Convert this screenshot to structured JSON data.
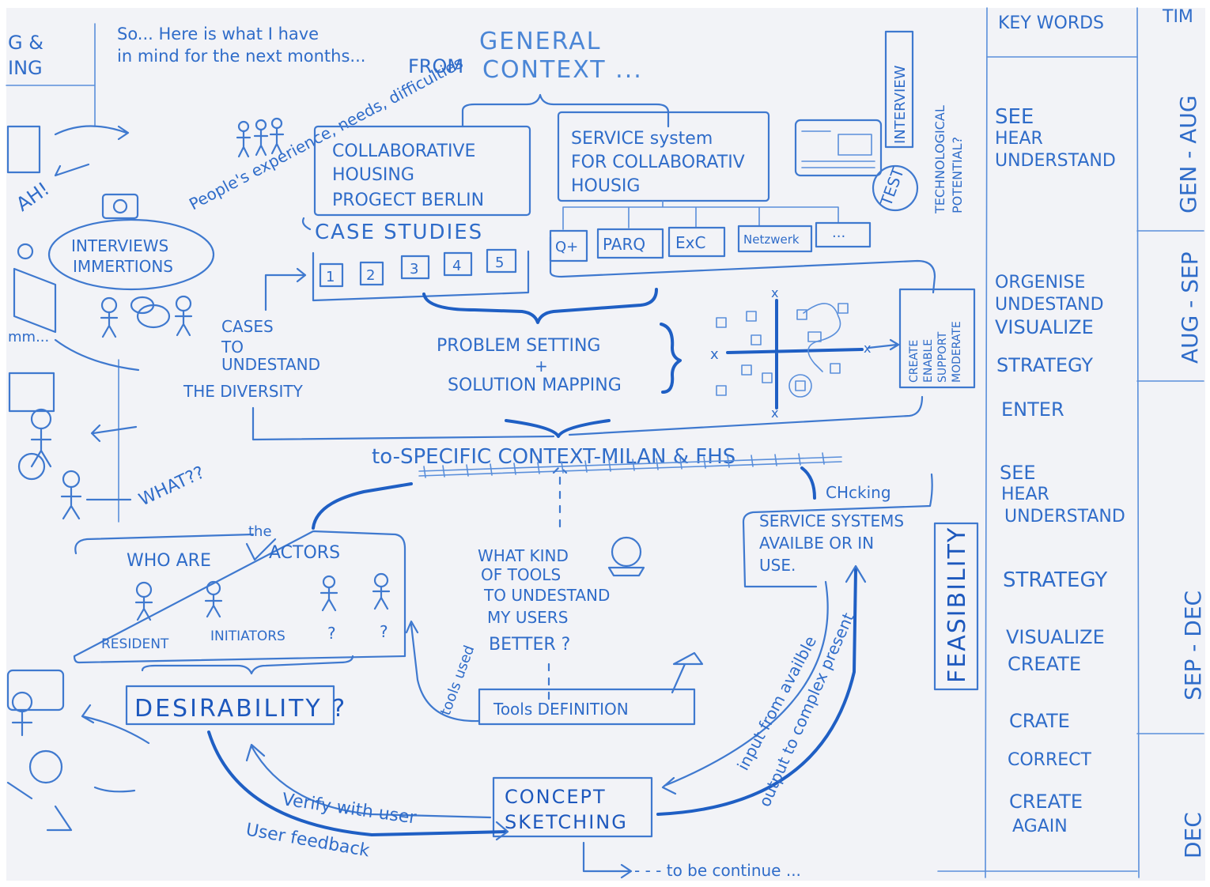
{
  "intro": {
    "line1": "So... Here is what I have",
    "line2": "in mind for the next months...",
    "from": "FROM",
    "general": "GENERAL",
    "context": "CONTEXT ..."
  },
  "left_margin": {
    "top_frag_1": "G &",
    "top_frag_2": "ING",
    "ah": "AH!",
    "mm": "mm...",
    "what": "WHAT??"
  },
  "people_note": "People's experience, needs, difficulties",
  "interviews": {
    "line1": "INTERVIEWS",
    "line2": "IMMERTIONS"
  },
  "collab_box": {
    "line1": "COLLABORATIVE",
    "line2": "HOUSING",
    "line3": "PROGECT BERLIN"
  },
  "service_box": {
    "line1": "SERVICE system",
    "line2": "FOR COLLABORATIV",
    "line3": "HOUSIG"
  },
  "interview_badge": "INTERVIEW",
  "test_badge": "TEST",
  "tech_note": {
    "line1": "TECHNOLOGICAL",
    "line2": "POTENTIAL?"
  },
  "case_studies": {
    "title": "CASE STUDIES",
    "numbers": [
      "1",
      "2",
      "3",
      "4",
      "5"
    ]
  },
  "service_cases": [
    "Q+",
    "PARQ",
    "ExC",
    "Netzwerk",
    "..."
  ],
  "cases_note": {
    "line1": "CASES",
    "line2": "TO",
    "line3": "UNDESTAND",
    "line4": "THE DIVERSITY"
  },
  "problem": {
    "line1": "PROBLEM SETTING",
    "plus": "+",
    "line2": "SOLUTION MAPPING"
  },
  "matrix": {
    "x_left": "x",
    "x_right": "x",
    "y_top": "x",
    "y_bottom": "x"
  },
  "roles": [
    "CREATE",
    "ENABLE",
    "SUPPORT",
    "MODERATE"
  ],
  "specific": "to-SPECIFIC CONTEXT-MILAN & FHS",
  "checking": "CHcking",
  "service_avail": {
    "line1": "SERVICE SYSTEMS",
    "line2": "AVAILBE OR IN",
    "line3": "USE."
  },
  "feasibility": "FEASIBILITY",
  "actors": {
    "title_who": "WHO ARE",
    "title_the": "the",
    "title_actors": "ACTORS",
    "labels": [
      "RESIDENT",
      "INITIATORS",
      "?",
      "?"
    ]
  },
  "desirability": "DESIRABILITY ?",
  "tools_question": {
    "line1": "WHAT KIND",
    "line2": "OF TOOLS",
    "line3": "TO UNDESTAND",
    "line4": "MY USERS",
    "line5": "BETTER ?"
  },
  "tools_def": "Tools DEFINITION",
  "tools_used": "tools used",
  "concept": {
    "line1": "CONCEPT",
    "line2": "SKETCHING"
  },
  "verify": "Verify with user",
  "feedback": "User feedback",
  "input": "input from availble",
  "output": "output to complex present",
  "continue": "- - - to be continue ...",
  "timeline": {
    "header_keywords": "KEY WORDS",
    "header_time": "TIM",
    "blocks": [
      {
        "words": [
          "SEE",
          "HEAR",
          "UNDERSTAND"
        ],
        "period": "GEN - AUG"
      },
      {
        "words": [
          "ORGENISE",
          "UNDESTAND",
          "VISUALIZE",
          "STRATEGY",
          "ENTER"
        ],
        "period": "AUG - SEP"
      },
      {
        "words": [
          "SEE",
          "HEAR",
          "UNDERSTAND",
          "STRATEGY",
          "VISUALIZE",
          "CREATE"
        ],
        "period": "SEP - DEC"
      },
      {
        "words": [
          "CRATE",
          "CORRECT",
          "CREATE",
          "AGAIN"
        ],
        "period": "DEC"
      }
    ]
  }
}
